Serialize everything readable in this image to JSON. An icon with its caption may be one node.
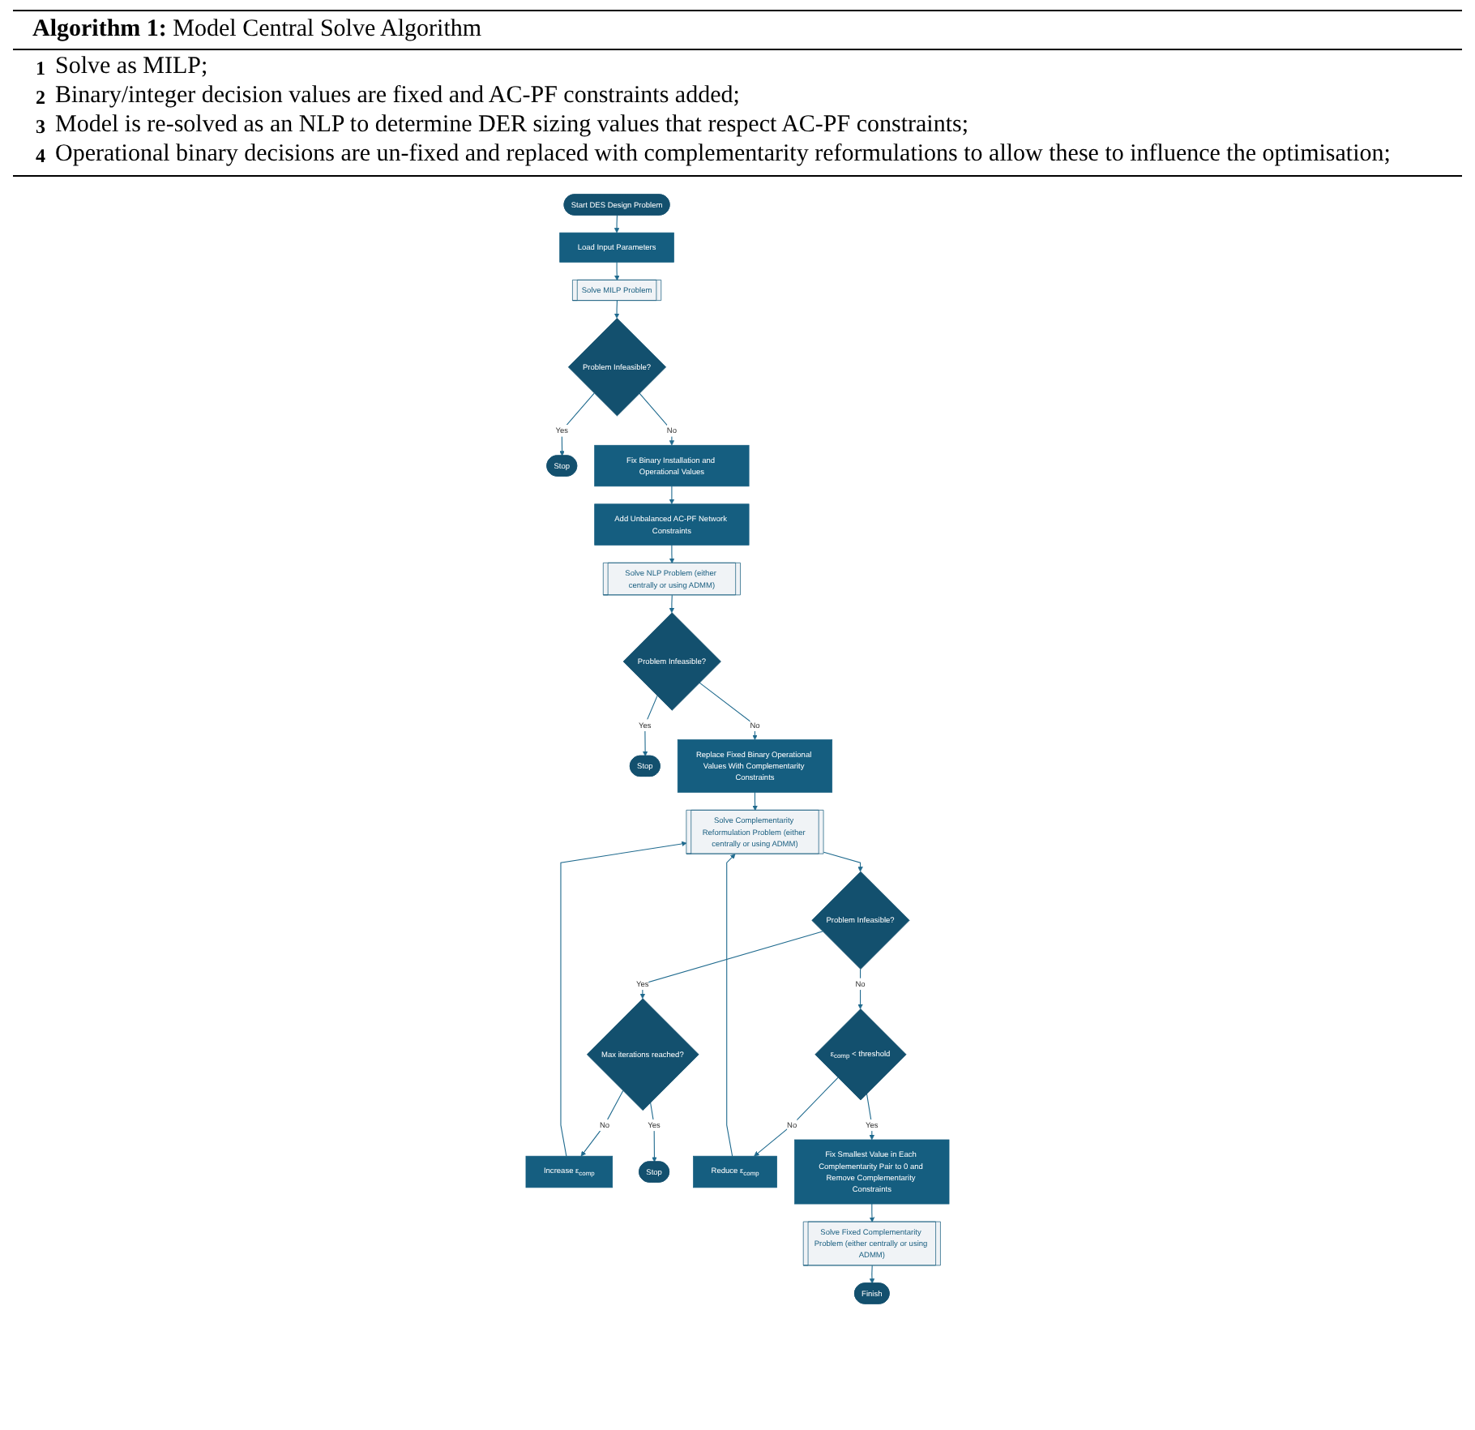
{
  "diagram": {
    "title": "**Algorithm 1:** Model Central Solve Algorithm",
    "nodes": [
      {
        "text": [
          "Start DES Design Problem"
        ]
      },
      {
        "text": [
          "Load Input Parameters"
        ]
      },
      {
        "text": [
          "Solve MILP Problem"
        ]
      },
      {
        "text": [
          "Problem Infeasible?"
        ]
      },
      {
        "text": [
          "Stop"
        ]
      },
      {
        "text": [
          "Fix Binary Installation and Operational Values"
        ]
      },
      {
        "text": [
          "Add Unbalanced AC-PF Network Constraints"
        ]
      },
      {
        "text": [
          "Solve NLP Problem (either centrally or using ADMM)"
        ]
      },
      {
        "text": [
          "Problem Infeasible?"
        ]
      },
      {
        "text": [
          "Stop"
        ]
      },
      {
        "text": [
          "Replace Fixed Binary Operational Values With Complementarity Constraints"
        ]
      },
      {
        "text": [
          "Solve Complementarity Reformulation Problem (either centrally or using ADMM)"
        ]
      },
      {
        "text": [
          "Increase ε$_{comp}$"
        ]
      },
      {
        "text": [
          "Problem Infeasible?"
        ]
      },
      {
        "text": [
          "Max iterations reached?"
        ]
      },
      {
        "text": [
          "Stop"
        ]
      },
      {
        "text": [
          "ε$_{comp}$ < threshold"
        ]
      },
      {
        "text": [
          "Reduce ε$_{comp}$"
        ]
      },
      {
        "text": [
          "Fix Smallest Value in Each Complementarity Pair to 0 and Remove Complementarity Constraints"
        ]
      },
      {
        "text": [
          "Solve Fixed Complementarity Problem (either centrally or using ADMM)"
        ]
      },
      {
        "text": [
          "Finish"
        ]
      }
    ],
    "edges": [
      {
        "from": 0,
        "to": 1,
        "arrow": "to"
      },
      {
        "from": 1,
        "to": 2,
        "arrow": "to"
      },
      {
        "from": 2,
        "to": 3,
        "arrow": "to"
      },
      {
        "from": 3,
        "to": 4,
        "arrow": "to",
        "label": "Yes"
      },
      {
        "from": 3,
        "to": 5,
        "arrow": "to",
        "label": "No"
      },
      {
        "from": 5,
        "to": 6,
        "arrow": "to"
      },
      {
        "from": 6,
        "to": 7,
        "arrow": "to"
      },
      {
        "from": 7,
        "to": 8,
        "arrow": "to"
      },
      {
        "from": 8,
        "to": 9,
        "arrow": "to",
        "label": "Yes"
      },
      {
        "from": 8,
        "to": 10,
        "arrow": "to",
        "label": "No"
      },
      {
        "from": 10,
        "to": 11,
        "arrow": "to"
      },
      {
        "from": 11,
        "to": 13,
        "arrow": "to"
      },
      {
        "from": 13,
        "to": 14,
        "arrow": "to",
        "label": "Yes"
      },
      {
        "from": 14,
        "to": 15,
        "arrow": "to",
        "label": "Yes"
      },
      {
        "from": 14,
        "to": 12,
        "arrow": "to",
        "label": "No"
      },
      {
        "from": 12,
        "to": 11,
        "arrow": "to"
      },
      {
        "from": 13,
        "to": 16,
        "arrow": "to",
        "label": "No"
      },
      {
        "from": 16,
        "to": 17,
        "arrow": "to",
        "label": "No"
      },
      {
        "from": 17,
        "to": 11,
        "arrow": "to"
      },
      {
        "from": 16,
        "to": 18,
        "arrow": "to",
        "label": "Yes"
      },
      {
        "from": 18,
        "to": 19,
        "arrow": "to"
      },
      {
        "from": 19,
        "to": 20,
        "arrow": "to"
      }
    ],
    "labels": [
      "1",
      "Solve as MILP;",
      "2",
      "Binary/integer decision values are fixed and AC-PF constraints added;",
      "3",
      "Model is re-solved as an NLP to determine DER sizing values that respect AC-PF constraints;",
      "4",
      "Operational binary decisions are un-fixed and replaced with complementarity reformulations to allow these to influence the optimisation;"
    ]
  }
}
